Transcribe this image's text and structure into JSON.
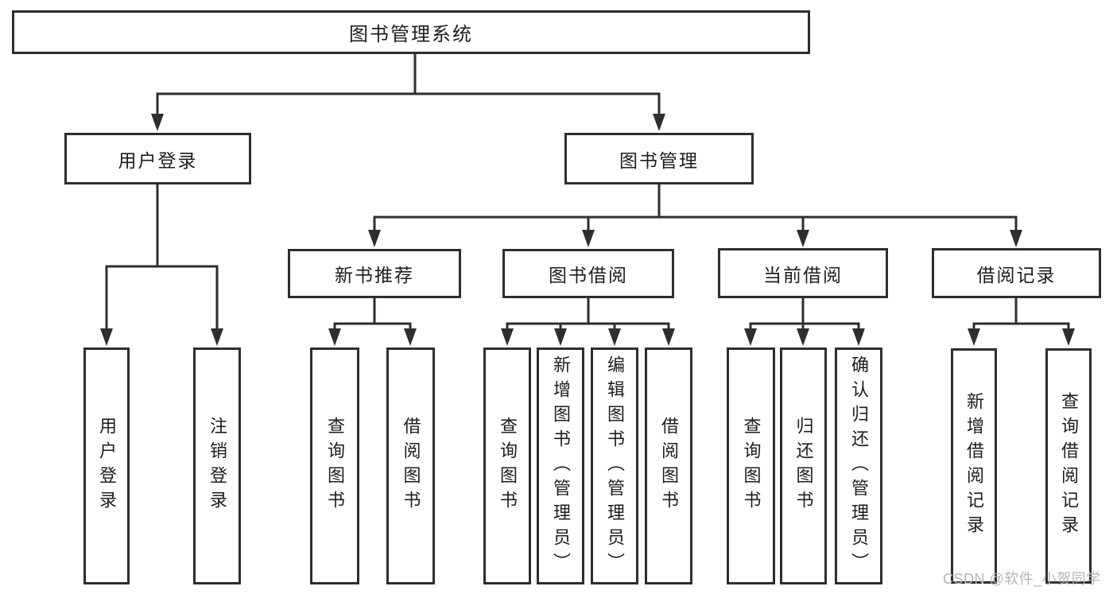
{
  "diagram": {
    "title": "图书管理系统",
    "type": "hierarchy-tree",
    "colors": {
      "line": "#2e2e2e",
      "box_border": "#2e2e2e",
      "box_fill": "#ffffff",
      "text": "#1d1d1d",
      "watermark": "#b5b5b5",
      "background": "#ffffff"
    },
    "nodes": {
      "root": {
        "label": "图书管理系统"
      },
      "user_login": {
        "label": "用户登录"
      },
      "book_mgmt": {
        "label": "图书管理"
      },
      "new_book_rec": {
        "label": "新书推荐"
      },
      "book_borrow": {
        "label": "图书借阅"
      },
      "current_borrow": {
        "label": "当前借阅"
      },
      "borrow_record": {
        "label": "借阅记录"
      },
      "login_leaf": {
        "label": "用户登录"
      },
      "logout_leaf": {
        "label": "注销登录"
      },
      "rec_query": {
        "label": "查询图书"
      },
      "rec_borrow": {
        "label": "借阅图书"
      },
      "bb_query": {
        "label": "查询图书"
      },
      "bb_add": {
        "label": "新增图书（管理员）"
      },
      "bb_edit": {
        "label": "编辑图书（管理员）"
      },
      "bb_borrow": {
        "label": "借阅图书"
      },
      "cb_query": {
        "label": "查询图书"
      },
      "cb_return": {
        "label": "归还图书"
      },
      "cb_confirm": {
        "label": "确认归还（管理员）"
      },
      "br_add": {
        "label": "新增借阅记录"
      },
      "br_query": {
        "label": "查询借阅记录"
      }
    },
    "hierarchy": {
      "label": "图书管理系统",
      "children": [
        {
          "label": "用户登录",
          "children": [
            "用户登录",
            "注销登录"
          ]
        },
        {
          "label": "图书管理",
          "children": [
            {
              "label": "新书推荐",
              "children": [
                "查询图书",
                "借阅图书"
              ]
            },
            {
              "label": "图书借阅",
              "children": [
                "查询图书",
                "新增图书（管理员）",
                "编辑图书（管理员）",
                "借阅图书"
              ]
            },
            {
              "label": "当前借阅",
              "children": [
                "查询图书",
                "归还图书",
                "确认归还（管理员）"
              ]
            },
            {
              "label": "借阅记录",
              "children": [
                "新增借阅记录",
                "查询借阅记录"
              ]
            }
          ]
        }
      ]
    },
    "watermark": "CSDN @软件_小贺同学"
  }
}
